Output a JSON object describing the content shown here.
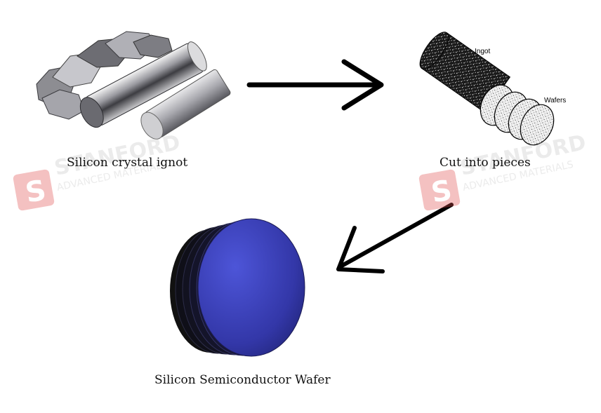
{
  "steps": [
    {
      "caption": "Silicon crystal ignot"
    },
    {
      "caption": "Cut into pieces",
      "labels": {
        "ingot": "Ingot",
        "wafers": "Wafers"
      }
    },
    {
      "caption": "Silicon Semiconductor Wafer"
    }
  ],
  "watermark": {
    "letter": "S",
    "name": "STANFORD",
    "tagline": "ADVANCED MATERIALS"
  },
  "colors": {
    "wafer_blue": "#3a3fb8",
    "watermark_red": "#e05050",
    "arrow": "#000000"
  },
  "icons": [
    "silicon-ingot-image",
    "ingot-slicing-illustration",
    "wafer-stack-image",
    "arrow-right-icon",
    "arrow-down-left-icon"
  ]
}
